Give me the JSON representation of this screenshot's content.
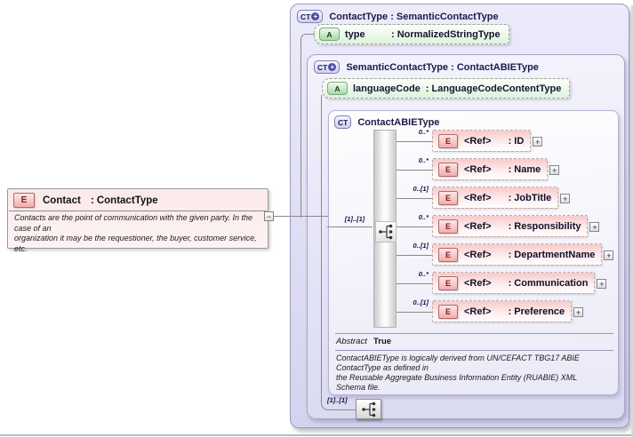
{
  "contact": {
    "title": "Contact",
    "type_suffix": ": ContactType",
    "annotation": "Contacts are the point of communication with the given party. In the case of an\norganization it may be the requestioner, the buyer, customer service, etc."
  },
  "outer": {
    "title": "ContactType : SemanticContactType",
    "attribute": {
      "name": "type",
      "type": ": NormalizedStringType"
    }
  },
  "semantic": {
    "title": "SemanticContactType : ContactABIEType",
    "attribute": {
      "name": "languageCode",
      "type": ": LanguageCodeContentType"
    },
    "content_cardinality": "[1]..[1]"
  },
  "abie": {
    "title": "ContactABIEType",
    "sequence_cardinality": "[1]..[1]",
    "abstract_label": "Abstract",
    "abstract_value": "True",
    "annotation": "ContactABIEType is logically derived from UN/CEFACT TBG17 ABIE\nContactType as defined in\nthe Reusable Aggregate Business Information Entity (RUABIE) XML\nSchema file.",
    "elements": [
      {
        "cardinality": "0..*",
        "ref": "<Ref>",
        "name": ": ID"
      },
      {
        "cardinality": "0..*",
        "ref": "<Ref>",
        "name": ": Name"
      },
      {
        "cardinality": "0..[1]",
        "ref": "<Ref>",
        "name": ": JobTitle"
      },
      {
        "cardinality": "0..*",
        "ref": "<Ref>",
        "name": ": Responsibility"
      },
      {
        "cardinality": "0..[1]",
        "ref": "<Ref>",
        "name": ": DepartmentName"
      },
      {
        "cardinality": "0..*",
        "ref": "<Ref>",
        "name": ": Communication"
      },
      {
        "cardinality": "0..[1]",
        "ref": "<Ref>",
        "name": ": Preference"
      }
    ]
  },
  "icons": {
    "element": "E",
    "attribute": "A",
    "complex_type": "CT",
    "plus": "+",
    "collapse": "−",
    "expand": "+"
  },
  "colors": {
    "element_pink": "#f7caca",
    "attribute_green": "#a3dca3",
    "container_lavender": "#d4d3ee",
    "accent_navy": "#1b1b4a"
  }
}
